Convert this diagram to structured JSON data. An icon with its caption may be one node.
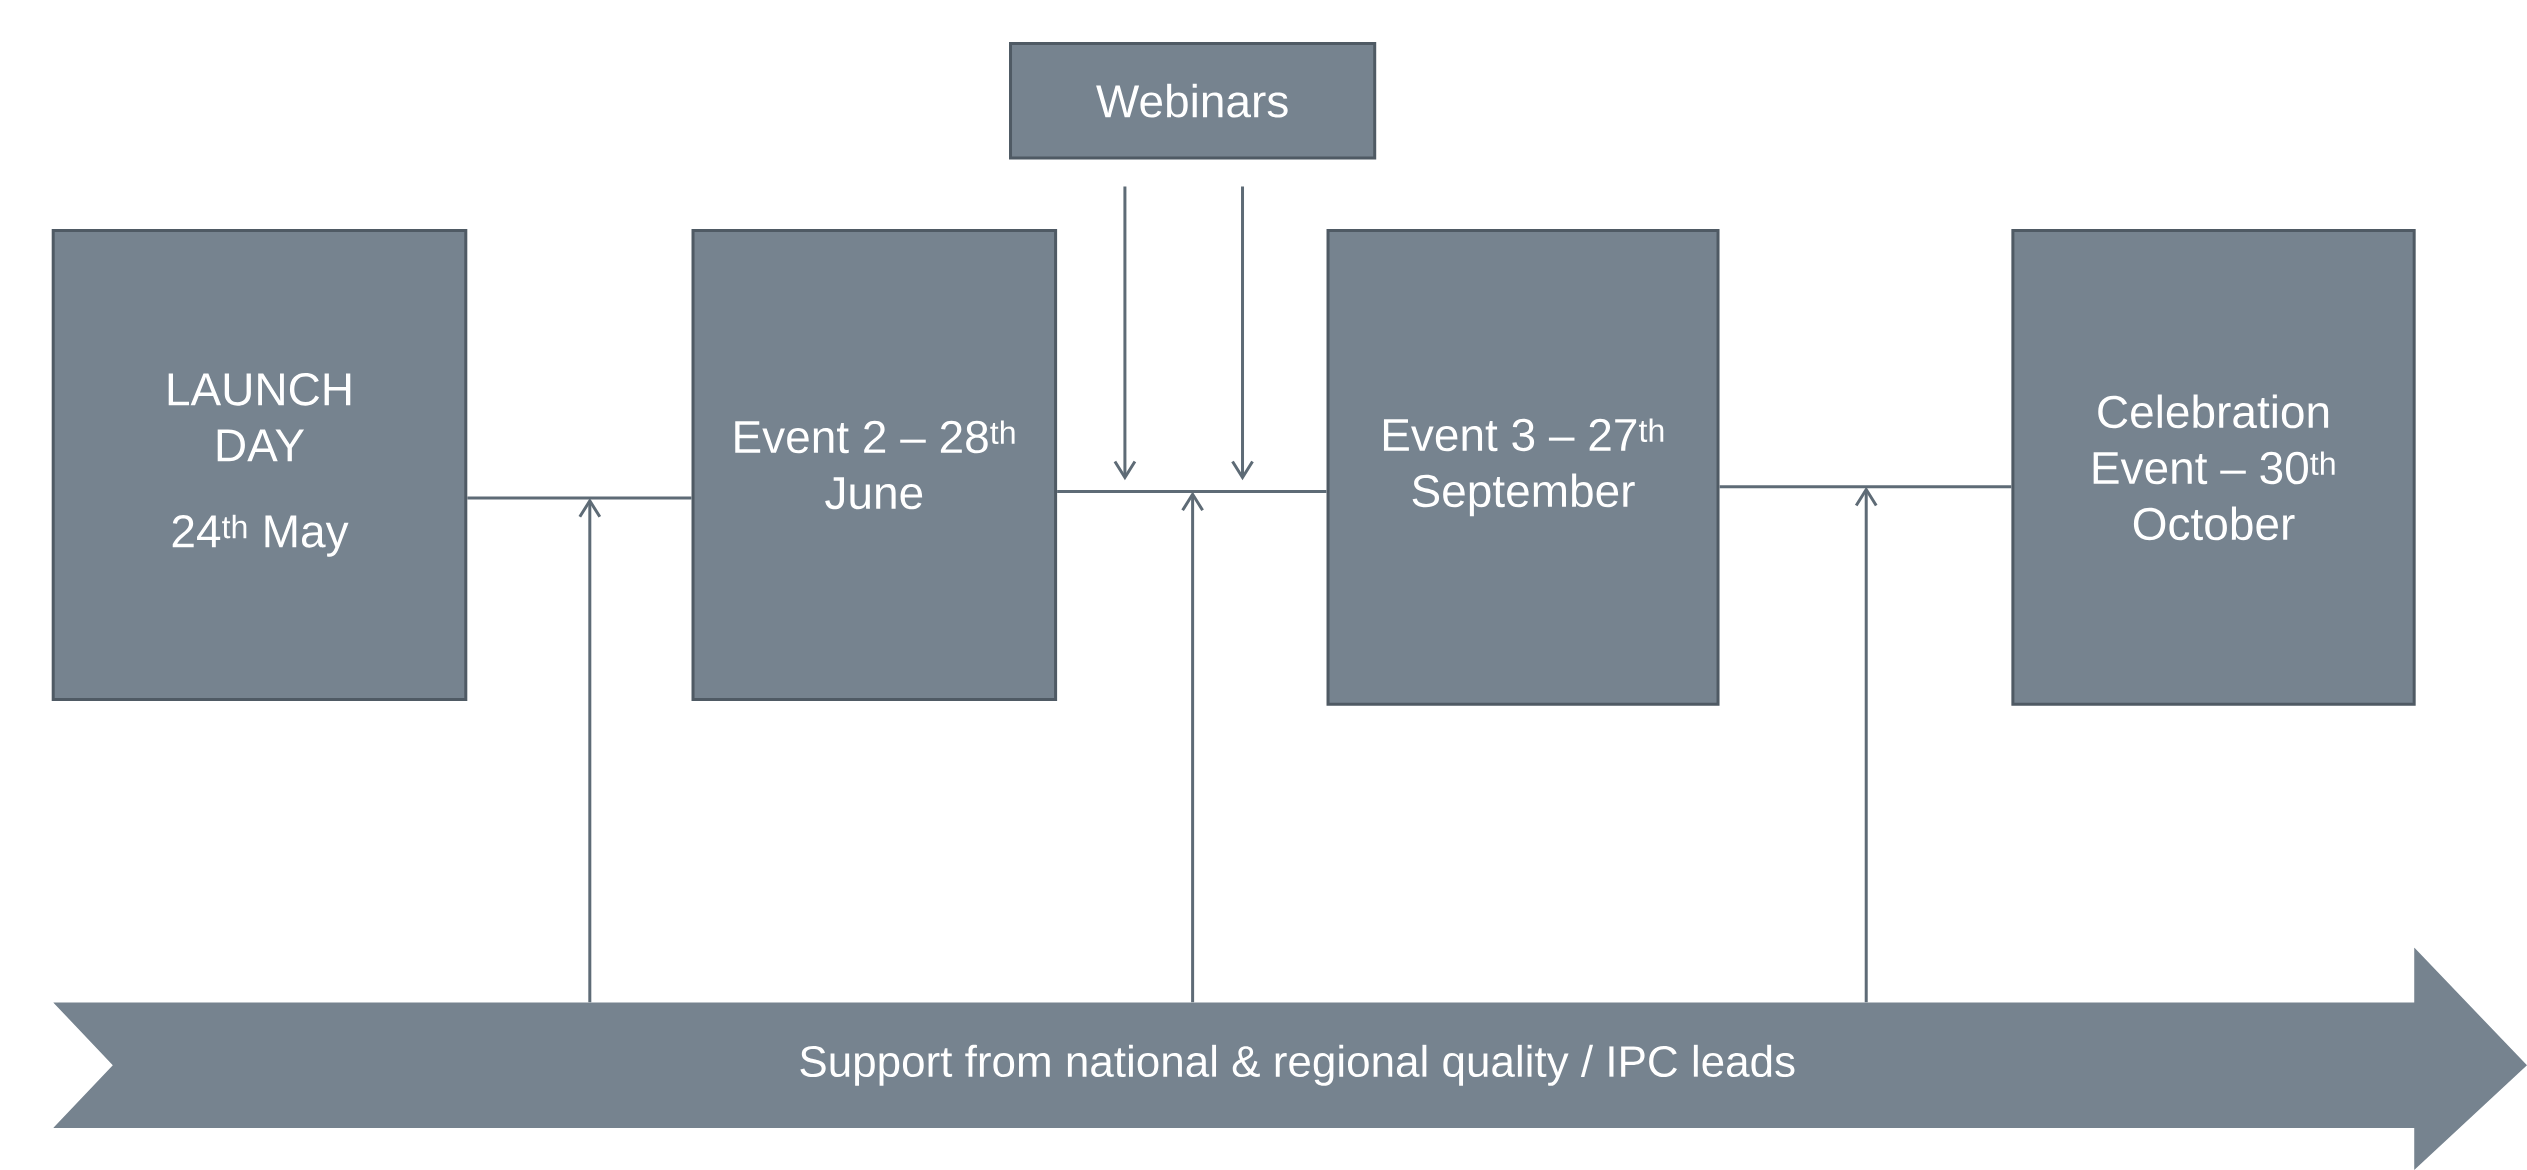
{
  "diagram": {
    "nodes": [
      {
        "text": [
          "LAUNCH DAY",
          "24$^{th}$ May"
        ]
      },
      {
        "text": [
          "Event 2 – 28$^{th}$ June"
        ]
      },
      {
        "text": [
          "Webinars"
        ]
      },
      {
        "text": [
          "Event 3 – 27$^{th}$ September"
        ]
      },
      {
        "text": [
          "Celebration Event – 30$^{th}$ October"
        ]
      },
      {
        "text": [
          "Support from national & regional quality / IPC leads"
        ]
      }
    ],
    "edges": [
      {
        "from": 0,
        "to": 1,
        "arrow": "none"
      },
      {
        "from": 1,
        "to": 3,
        "arrow": "none"
      },
      {
        "from": 3,
        "to": 4,
        "arrow": "none"
      },
      {
        "from": 5,
        "to": null,
        "arrow": "to"
      },
      {
        "from": 5,
        "to": null,
        "arrow": "to"
      },
      {
        "from": 5,
        "to": null,
        "arrow": "to"
      },
      {
        "from": 2,
        "to": null,
        "arrow": "to"
      },
      {
        "from": 2,
        "to": null,
        "arrow": "to"
      }
    ]
  }
}
